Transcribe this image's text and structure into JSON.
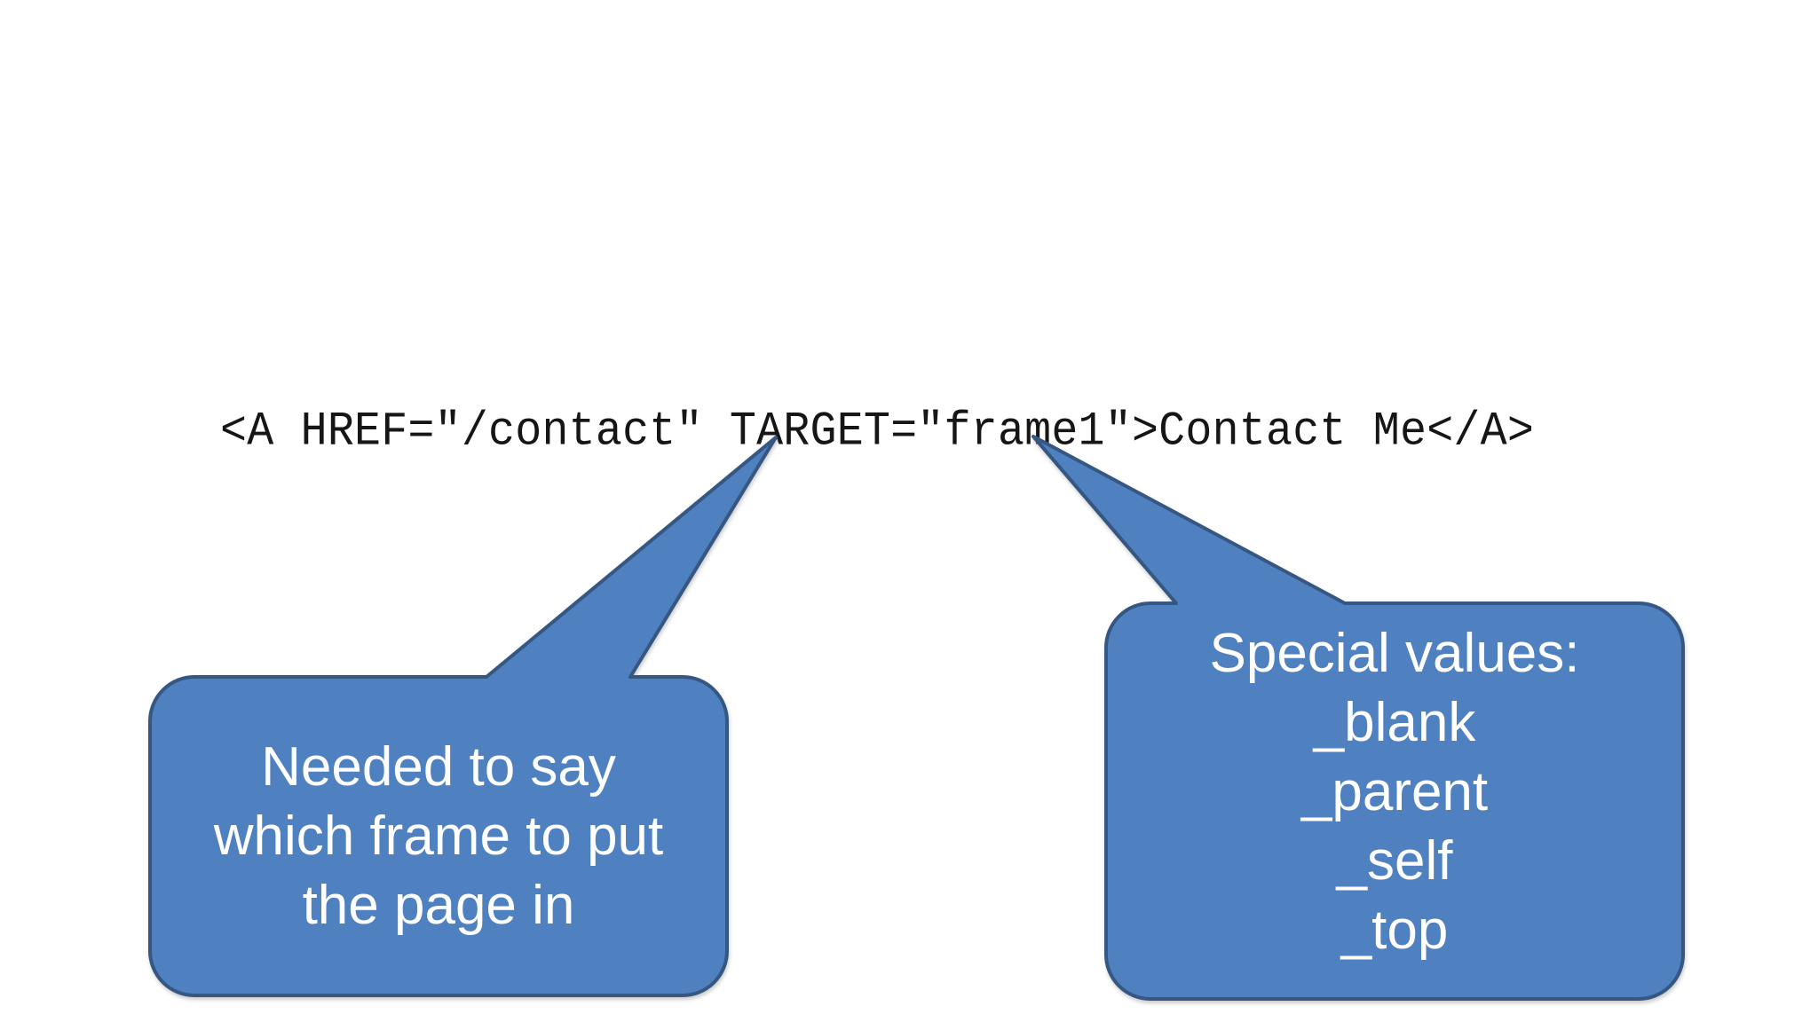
{
  "slide": {
    "code_line": "<A HREF=\"/contact\" TARGET=\"frame1\">Contact Me</A>",
    "callout_left": {
      "lines": [
        "Needed to say",
        "which frame to put",
        "the page in"
      ]
    },
    "callout_right": {
      "lines": [
        "Special values:",
        "_blank",
        "_parent",
        "_self",
        "_top"
      ]
    },
    "colors": {
      "callout_fill": "#4f80bf",
      "callout_border": "#355781",
      "callout_text": "#ffffff",
      "code_text": "#161616"
    }
  }
}
